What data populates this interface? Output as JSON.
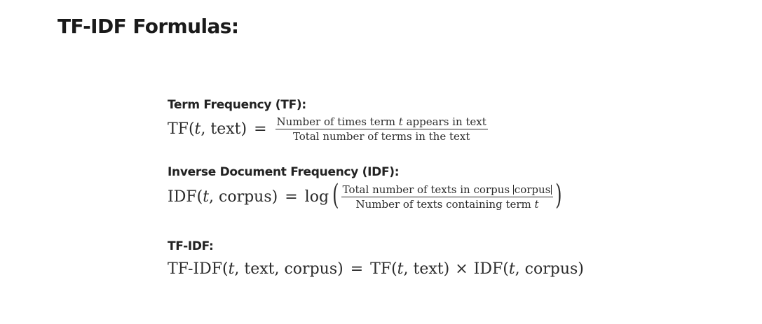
{
  "title": "TF-IDF Formulas:",
  "tf": {
    "label": "Term Frequency (TF):",
    "lhs_name": "TF",
    "lhs_open": "(",
    "lhs_var": "t",
    "lhs_rest": ", text)",
    "equals": "=",
    "num_pre": "Number of times term ",
    "num_var": "t",
    "num_post": " appears in text",
    "den": "Total number of terms in the text"
  },
  "idf": {
    "label": "Inverse Document Frequency (IDF):",
    "lhs_name": "IDF",
    "lhs_open": "(",
    "lhs_var": "t",
    "lhs_rest": ", corpus)",
    "equals": "=",
    "func": "log",
    "paren_open": "(",
    "paren_close": ")",
    "num_pre": "Total number of texts in corpus ",
    "num_abs": "corpus",
    "den_pre": "Number of texts containing term ",
    "den_var": "t"
  },
  "tfidf": {
    "label": "TF-IDF:",
    "part1": "TF-IDF(",
    "var1": "t",
    "part2": ", text, corpus)",
    "equals": "=",
    "part3": "TF(",
    "var2": "t",
    "part4": ", text)",
    "times": "×",
    "part5": "IDF(",
    "var3": "t",
    "part6": ", corpus)"
  }
}
